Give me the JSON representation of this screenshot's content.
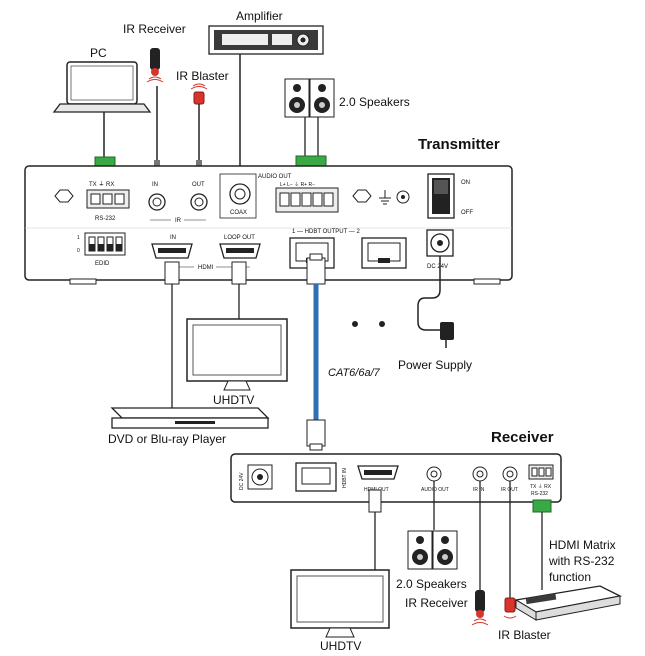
{
  "labels": {
    "pc": "PC",
    "ir_receiver_top": "IR Receiver",
    "amplifier": "Amplifier",
    "ir_blaster_top": "IR Blaster",
    "speakers_top": "2.0 Speakers",
    "transmitter": "Transmitter",
    "uhdtv_top": "UHDTV",
    "dvd_player": "DVD or Blu-ray Player",
    "power_supply": "Power Supply",
    "cable": "CAT6/6a/7",
    "receiver": "Receiver",
    "hdmi_matrix_line1": "HDMI Matrix",
    "hdmi_matrix_line2": "with RS-232",
    "hdmi_matrix_line3": "function",
    "speakers_bottom": "2.0 Speakers",
    "ir_receiver_bottom": "IR Receiver",
    "ir_blaster_bottom": "IR Blaster",
    "uhdtv_bottom": "UHDTV"
  },
  "transmitter_panel": {
    "rs232_pins": "TX  ⏚  RX",
    "rs232": "RS-232",
    "ir_in": "IN",
    "ir_out": "OUT",
    "ir": "IR",
    "coax": "COAX",
    "audio_out": "AUDIO OUT",
    "audio_pins": "L+ L−  ⏚  R+ R−",
    "on": "ON",
    "off": "OFF",
    "edid": "EDID",
    "edid_1": "1",
    "edid_0": "0",
    "hdmi_in": "IN",
    "hdmi_loop": "LOOP OUT",
    "hdmi": "HDMI",
    "hdbt_output": "1 — HDBT OUTPUT — 2",
    "dc": "DC 24V"
  },
  "receiver_panel": {
    "dc": "DC 24V",
    "hdbt_in": "HDBT IN",
    "hdmi_out": "HDMI OUT",
    "audio_out": "AUDIO OUT",
    "ir_in": "IR IN",
    "ir_out": "IR OUT",
    "rs232_pins": "TX ⏚ RX",
    "rs232": "RS-232"
  },
  "colors": {
    "cable_blue": "#2f6fb5",
    "terminal_green": "#3aa845",
    "ir_red": "#d9342b",
    "panel_dark": "#3a3a3a"
  }
}
